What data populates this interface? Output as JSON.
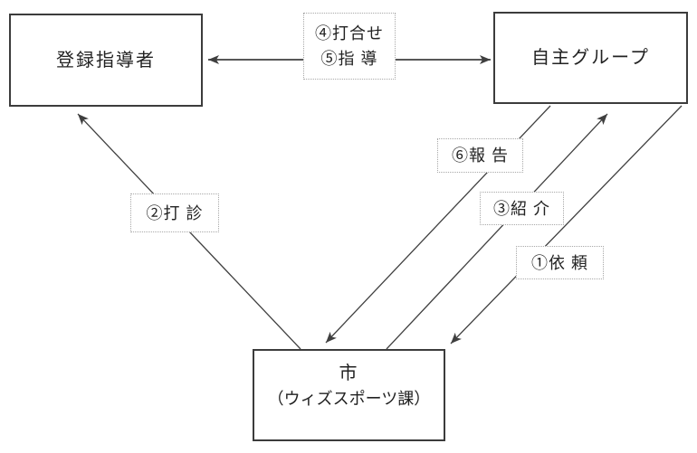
{
  "diagram": {
    "title": "referral and guidance flow between city, registered instructors and independent groups",
    "nodes": {
      "instructor": {
        "label": "登録指導者"
      },
      "group": {
        "label": "自主グループ"
      },
      "city": {
        "line1": "市",
        "line2": "（ウィズスポーツ課）"
      }
    },
    "labels": {
      "meeting_guidance": {
        "line1": "④打合せ",
        "line2": "⑤指 導"
      },
      "report": {
        "text": "⑥報 告"
      },
      "introduction": {
        "text": "③紹 介"
      },
      "request": {
        "text": "①依 頼"
      },
      "sounding": {
        "text": "②打 診"
      }
    },
    "edges": [
      {
        "from": "instructor",
        "to": "group",
        "direction": "both",
        "labels": [
          "④打合せ",
          "⑤指 導"
        ]
      },
      {
        "from": "city",
        "to": "instructor",
        "direction": "one-way",
        "label": "②打 診"
      },
      {
        "from": "group",
        "to": "city",
        "direction": "one-way",
        "label": "⑥報 告"
      },
      {
        "from": "city",
        "to": "group",
        "direction": "one-way",
        "label": "③紹 介"
      },
      {
        "from": "group",
        "to": "city",
        "direction": "one-way",
        "label": "①依 頼"
      }
    ],
    "colors": {
      "background": "#ffffff",
      "line": "#3f3f3f",
      "node_border": "#3c3c3c",
      "label_border": "#a8a8a8",
      "text": "#222222"
    }
  }
}
